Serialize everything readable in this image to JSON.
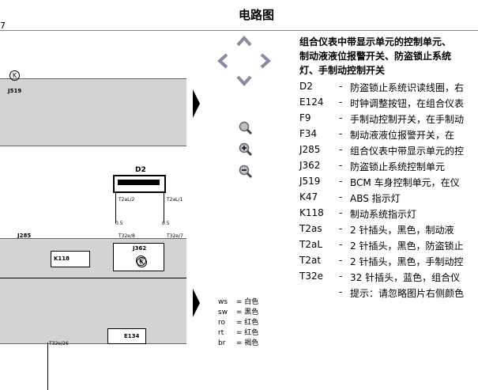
{
  "header": {
    "title": "电路图",
    "page_number": "7"
  },
  "diagram": {
    "labels": {
      "j519": "J519",
      "j285": "J285",
      "d2": "D2",
      "j362": "J362",
      "k118": "K118",
      "e134": "E134",
      "t2al2": "T2aL/2",
      "t2al1": "T2aL/1",
      "t32e8": "T32e/8",
      "t32e7": "T32e/7",
      "t32e26": "T32e/26",
      "w05a": "0.5",
      "w05b": "0.5",
      "k": "K"
    }
  },
  "nav": {
    "up": "up-chevron-icon",
    "left": "left-chevron-icon",
    "right": "right-chevron-icon",
    "down": "down-chevron-icon",
    "zoom_fit": "magnifier-icon",
    "zoom_in": "zoom-in-icon",
    "zoom_out": "zoom-out-icon"
  },
  "components": {
    "title_lines": [
      "组合仪表中带显示单元的控制单元、",
      "制动液液位报警开关、防盗锁止系统",
      "灯、手制动控制开关"
    ],
    "items": [
      {
        "code": "D2",
        "desc": "防盗锁止系统识读线圈，右"
      },
      {
        "code": "E124",
        "desc": "时钟调整按钮，在组合仪表"
      },
      {
        "code": "F9",
        "desc": "手制动控制开关，在手制动"
      },
      {
        "code": "F34",
        "desc": "制动液液位报警开关，在"
      },
      {
        "code": "J285",
        "desc": "组合仪表中带显示单元的控"
      },
      {
        "code": "J362",
        "desc": "防盗锁止系统控制单元"
      },
      {
        "code": "J519",
        "desc": "BCM 车身控制单元，在仪"
      },
      {
        "code": "K47",
        "desc": "ABS 指示灯"
      },
      {
        "code": "K118",
        "desc": "制动系统指示灯"
      },
      {
        "code": "T2as",
        "desc": "2 针插头，黑色，制动液"
      },
      {
        "code": "T2aL",
        "desc": "2 针插头，黑色，防盗锁止"
      },
      {
        "code": "T2at",
        "desc": "2 针插头，黑色，手制动控"
      },
      {
        "code": "T32e",
        "desc": "32 针插头，蓝色，组合仪"
      },
      {
        "code": "",
        "desc": "提示：请忽略图片右侧颜色"
      }
    ]
  },
  "color_legend": [
    {
      "code": "ws",
      "name": "白色"
    },
    {
      "code": "sw",
      "name": "黑色"
    },
    {
      "code": "ro",
      "name": "红色"
    },
    {
      "code": "rt",
      "name": "红色"
    },
    {
      "code": "br",
      "name": "褐色"
    }
  ],
  "accent_colors": {
    "rail_gray": "#d3d3d3",
    "ink": "#000000"
  }
}
